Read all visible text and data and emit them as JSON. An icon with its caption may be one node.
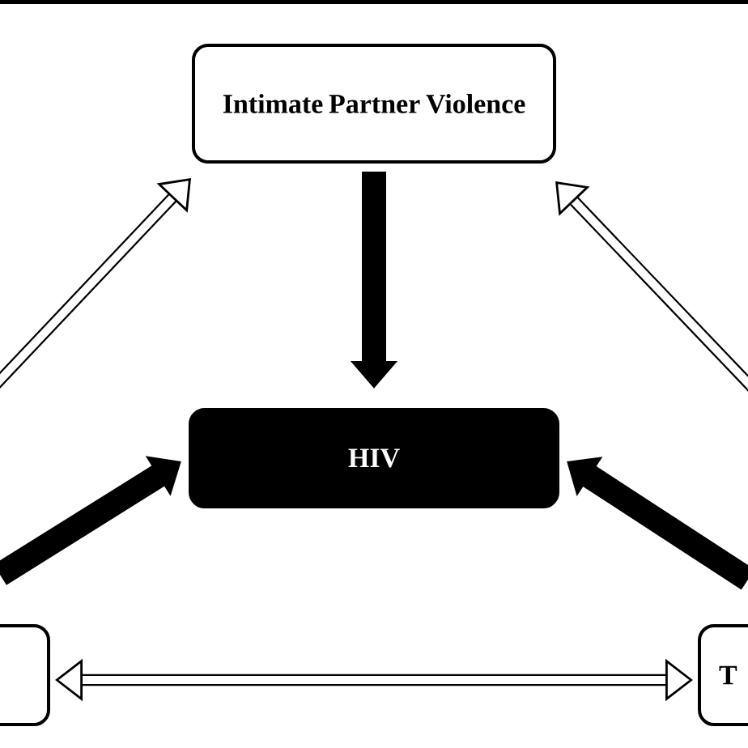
{
  "diagram": {
    "nodes": [
      {
        "text": [
          "Intimate Partner Violence"
        ]
      },
      {
        "text": [
          "HIV"
        ]
      },
      {
        "text": [],
        "shape": "box"
      },
      {
        "text": [
          "T"
        ]
      }
    ],
    "edges": [
      {
        "from": 0,
        "to": 1,
        "arrow": "to",
        "style": "thick"
      },
      {
        "from": 2,
        "to": 1,
        "arrow": "to",
        "style": "thick"
      },
      {
        "from": 3,
        "to": 1,
        "arrow": "to",
        "style": "thick"
      },
      {
        "from": null,
        "to": 0,
        "arrow": "to"
      },
      {
        "from": null,
        "to": 0,
        "arrow": "to"
      },
      {
        "from": 2,
        "to": 3,
        "arrow": "both"
      }
    ]
  }
}
